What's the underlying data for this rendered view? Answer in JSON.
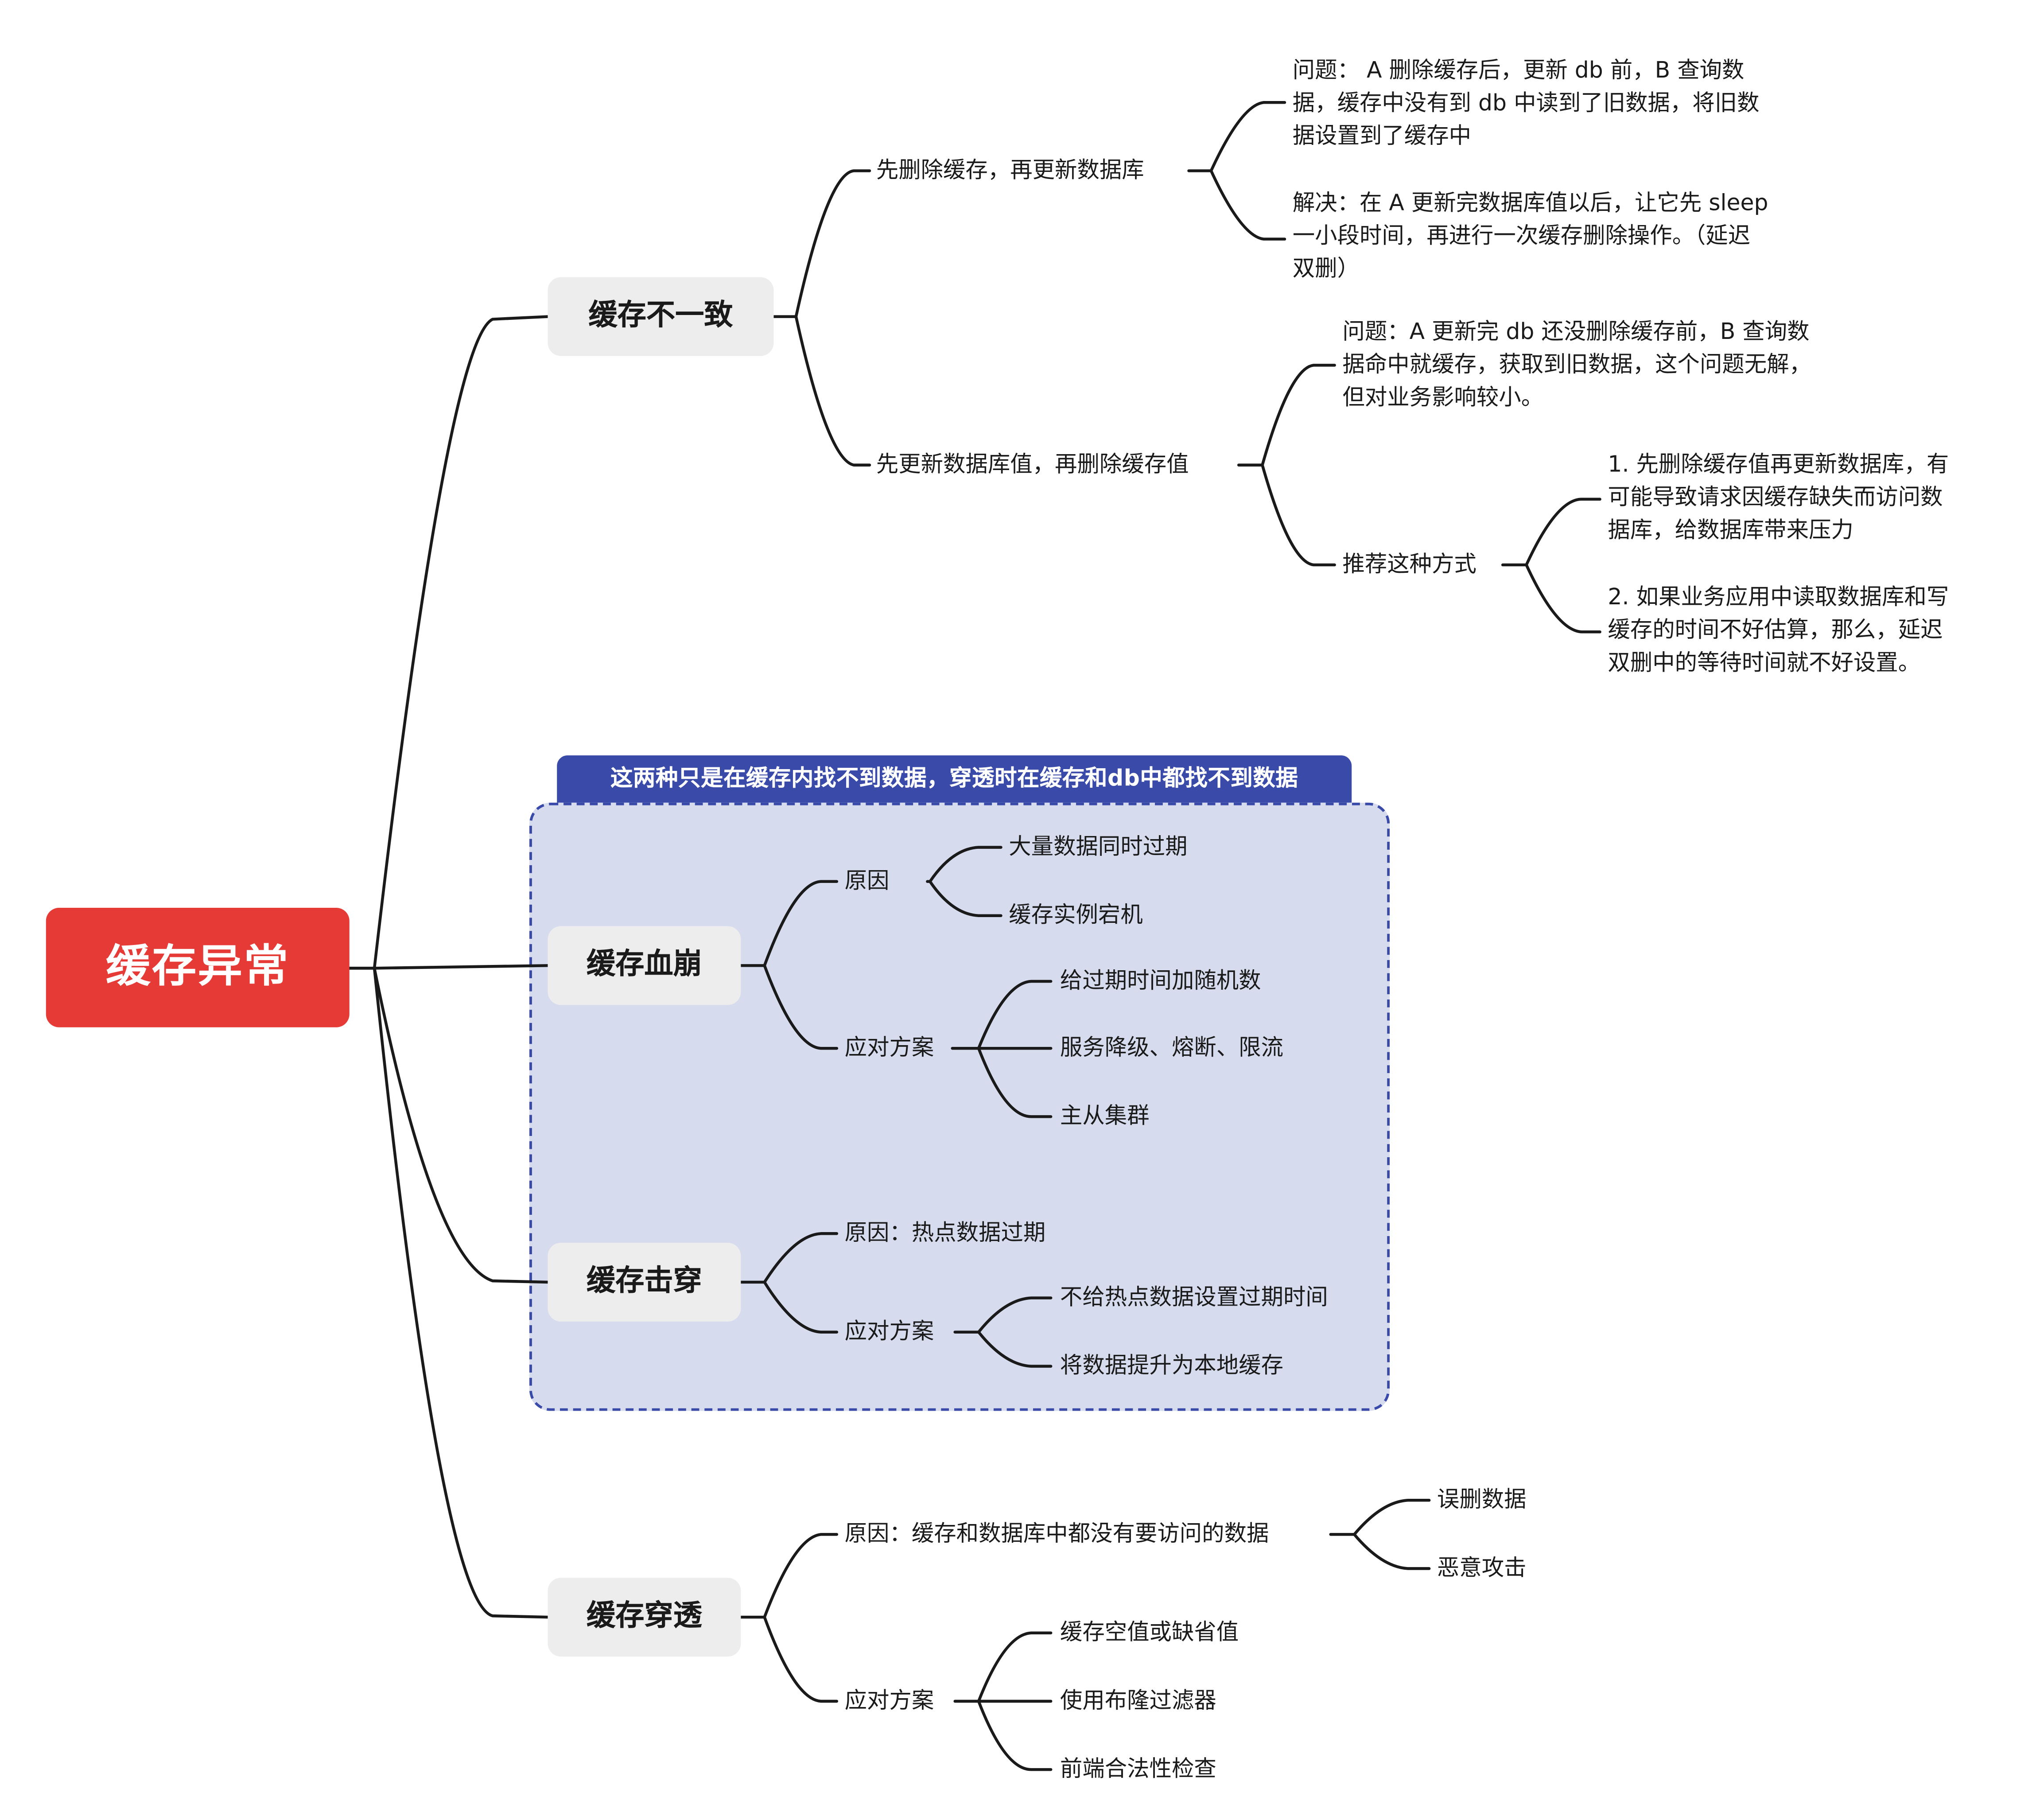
{
  "colors": {
    "root_fill": "#e53a35",
    "main_fill": "#ededed",
    "group_fill": "#d6dcee",
    "group_accent": "#3a4aa8",
    "line": "#1a1a1a"
  },
  "root": {
    "label": "缓存异常"
  },
  "group": {
    "label": "这两种只是在缓存内找不到数据，穿透时在缓存和db中都找不到数据"
  },
  "branches": {
    "inconsistency": {
      "label": "缓存不一致",
      "children": {
        "delete_first": {
          "label": "先删除缓存，再更新数据库",
          "problem": [
            "问题：  A 删除缓存后，更新 db 前，B 查询数",
            "据，缓存中没有到 db 中读到了旧数据，将旧数",
            "据设置到了缓存中"
          ],
          "solution": [
            "解决：在 A 更新完数据库值以后，让它先 sleep",
            "一小段时间，再进行一次缓存删除操作。（延迟",
            "双删）"
          ]
        },
        "update_first": {
          "label": "先更新数据库值，再删除缓存值",
          "problem": [
            "问题：A 更新完 db 还没删除缓存前，B 查询数",
            "据命中就缓存，获取到旧数据，这个问题无解，",
            "但对业务影响较小。"
          ],
          "recommend": {
            "label": "推荐这种方式",
            "reason1": [
              "1. 先删除缓存值再更新数据库，有",
              "可能导致请求因缓存缺失而访问数",
              "据库，给数据库带来压力"
            ],
            "reason2": [
              "2. 如果业务应用中读取数据库和写",
              "缓存的时间不好估算，那么，延迟",
              "双删中的等待时间就不好设置。"
            ]
          }
        }
      }
    },
    "avalanche": {
      "label": "缓存血崩",
      "cause_label": "原因",
      "causes": [
        "大量数据同时过期",
        "缓存实例宕机"
      ],
      "solution_label": "应对方案",
      "solutions": [
        "给过期时间加随机数",
        "服务降级、熔断、限流",
        "主从集群"
      ]
    },
    "breakdown": {
      "label": "缓存击穿",
      "cause_label": "原因：热点数据过期",
      "solution_label": "应对方案",
      "solutions": [
        "不给热点数据设置过期时间",
        "将数据提升为本地缓存"
      ]
    },
    "penetration": {
      "label": "缓存穿透",
      "cause_label": "原因：缓存和数据库中都没有要访问的数据",
      "causes": [
        "误删数据",
        "恶意攻击"
      ],
      "solution_label": "应对方案",
      "solutions": [
        "缓存空值或缺省值",
        "使用布隆过滤器",
        "前端合法性检查"
      ]
    }
  }
}
